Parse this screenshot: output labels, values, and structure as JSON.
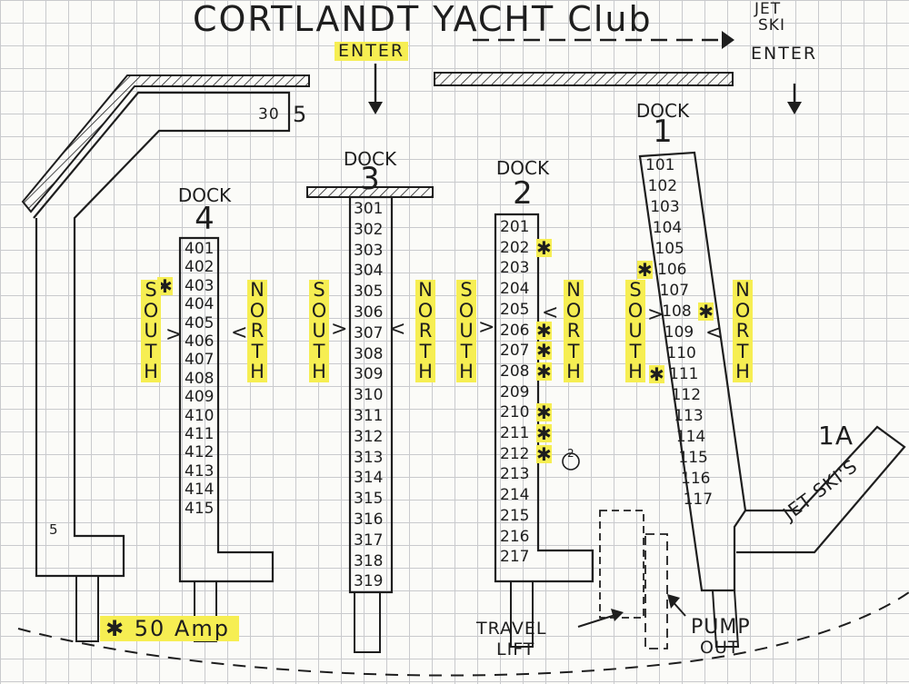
{
  "title": "CORTLANDT YACHT Club",
  "labels": {
    "enter_main": "ENTER",
    "jet_ski_1": "JET",
    "jet_ski_2": "SKI",
    "enter_jet": "ENTER",
    "jet_skis": "JET SKI'S",
    "dock_1a": "1A",
    "travel_1": "TRAVEL",
    "travel_2": "LIFT",
    "pump_1": "PUMP",
    "pump_2": "OUT",
    "amp_legend": "✱ 50 Amp",
    "slip_30": "30",
    "slip_5_top": "5",
    "slip_5_low": "5"
  },
  "compass": {
    "south": "SOUTH",
    "north": "NORTH",
    "arrow_left": "<",
    "arrow_right": ">"
  },
  "docks": [
    {
      "label": "DOCK",
      "number": "4",
      "slips": [
        "401",
        "402",
        "403",
        "404",
        "405",
        "406",
        "407",
        "408",
        "409",
        "410",
        "411",
        "412",
        "413",
        "414",
        "415"
      ],
      "amp_slips": [
        "403"
      ]
    },
    {
      "label": "DOCK",
      "number": "3",
      "slips": [
        "301",
        "302",
        "303",
        "304",
        "305",
        "306",
        "307",
        "308",
        "309",
        "310",
        "311",
        "312",
        "313",
        "314",
        "315",
        "316",
        "317",
        "318",
        "319"
      ],
      "amp_slips": []
    },
    {
      "label": "DOCK",
      "number": "2",
      "slips": [
        "201",
        "202",
        "203",
        "204",
        "205",
        "206",
        "207",
        "208",
        "209",
        "210",
        "211",
        "212",
        "213",
        "214",
        "215",
        "216",
        "217"
      ],
      "amp_slips": [
        "202",
        "206",
        "207",
        "208",
        "210",
        "211",
        "212"
      ],
      "note_212": "2"
    },
    {
      "label": "DOCK",
      "number": "1",
      "slips": [
        "101",
        "102",
        "103",
        "104",
        "105",
        "106",
        "107",
        "108",
        "109",
        "110",
        "111",
        "112",
        "113",
        "114",
        "115",
        "116",
        "117"
      ],
      "amp_slips": [
        "106",
        "108",
        "111"
      ]
    }
  ],
  "colors": {
    "highlight": "#f6ee52",
    "ink": "#1e1e1e",
    "grid": "#c9cacd"
  }
}
